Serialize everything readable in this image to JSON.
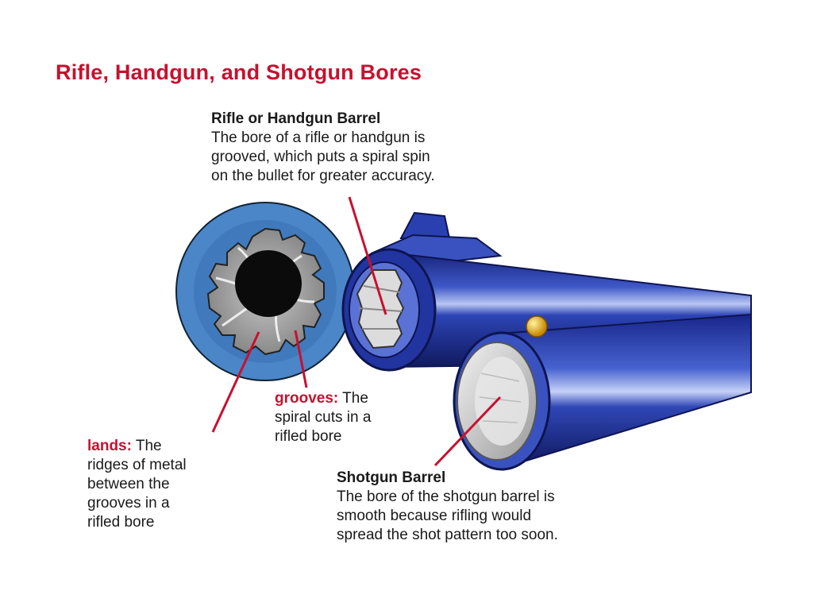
{
  "title": "Rifle, Handgun, and Shotgun Bores",
  "rifle_callout": {
    "heading": "Rifle or Handgun Barrel",
    "lines": [
      "The bore of a rifle or handgun is",
      "grooved, which puts a spiral spin",
      "on the bullet for greater accuracy."
    ]
  },
  "grooves_callout": {
    "term": "grooves:",
    "lines": [
      " The",
      "spiral cuts in a",
      "rifled bore"
    ]
  },
  "lands_callout": {
    "term": "lands:",
    "lines": [
      " The",
      "ridges of metal",
      "between the",
      "grooves in a",
      "rifled bore"
    ]
  },
  "shotgun_callout": {
    "heading": "Shotgun Barrel",
    "lines": [
      "The bore of the shotgun barrel is",
      "smooth because rifling would",
      "spread the shot pattern too soon."
    ]
  },
  "colors": {
    "accent_red": "#c8102e",
    "barrel_blue": "#1f2f8f",
    "barrel_highlight": "#5a72d6",
    "bore_ring": "#4a86c8",
    "bead_gold": "#e0a800"
  }
}
